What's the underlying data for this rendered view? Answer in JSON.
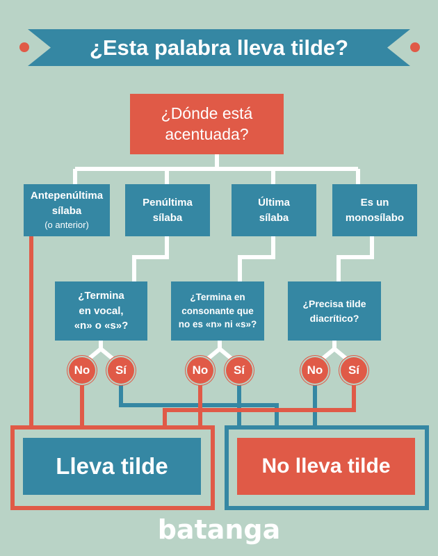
{
  "title": "¿Esta palabra lleva tilde?",
  "question": {
    "line1": "¿Dónde está",
    "line2": "acentuada?"
  },
  "options": [
    {
      "line1": "Antepenúltima",
      "line2": "sílaba",
      "line3": "(o anterior)"
    },
    {
      "line1": "Penúltima",
      "line2": "sílaba"
    },
    {
      "line1": "Última",
      "line2": "sílaba"
    },
    {
      "line1": "Es un",
      "line2": "monosílabo"
    }
  ],
  "subquestions": [
    {
      "line1": "¿Termina",
      "line2": "en vocal,",
      "line3": "«n» o «s»?"
    },
    {
      "line1": "¿Termina en",
      "line2": "consonante que",
      "line3": "no es «n» ni «s»?"
    },
    {
      "line1": "¿Precisa tilde",
      "line2": "diacrítico?"
    }
  ],
  "answers": {
    "no": "No",
    "yes": "Sí"
  },
  "results": {
    "yes": "Lleva tilde",
    "no": "No lleva tilde"
  },
  "logo": "batanga",
  "colors": {
    "background": "#b9d3c6",
    "teal": "#3587a3",
    "red": "#e05a47"
  }
}
